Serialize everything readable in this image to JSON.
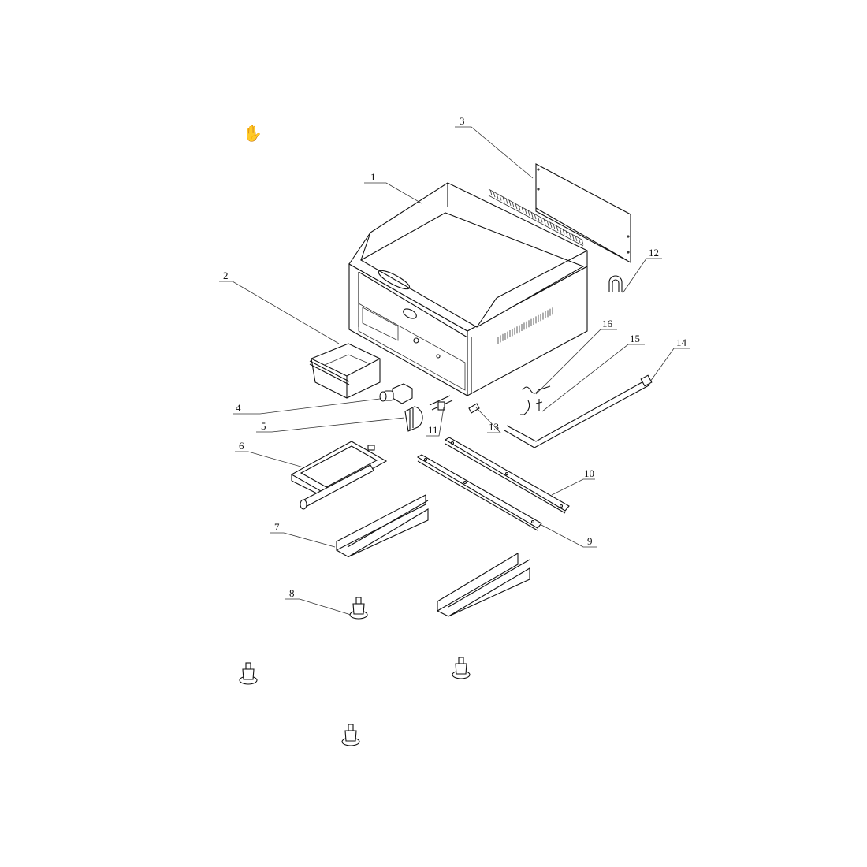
{
  "diagram": {
    "cursor_icon": "hand-pan-icon",
    "part_labels": {
      "p1": "1",
      "p2": "2",
      "p3": "3",
      "p4": "4",
      "p5": "5",
      "p6": "6",
      "p7": "7",
      "p8": "8",
      "p9": "9",
      "p10": "10",
      "p11": "11",
      "p12": "12",
      "p13": "13",
      "p14": "14",
      "p15": "15",
      "p16": "16"
    }
  }
}
